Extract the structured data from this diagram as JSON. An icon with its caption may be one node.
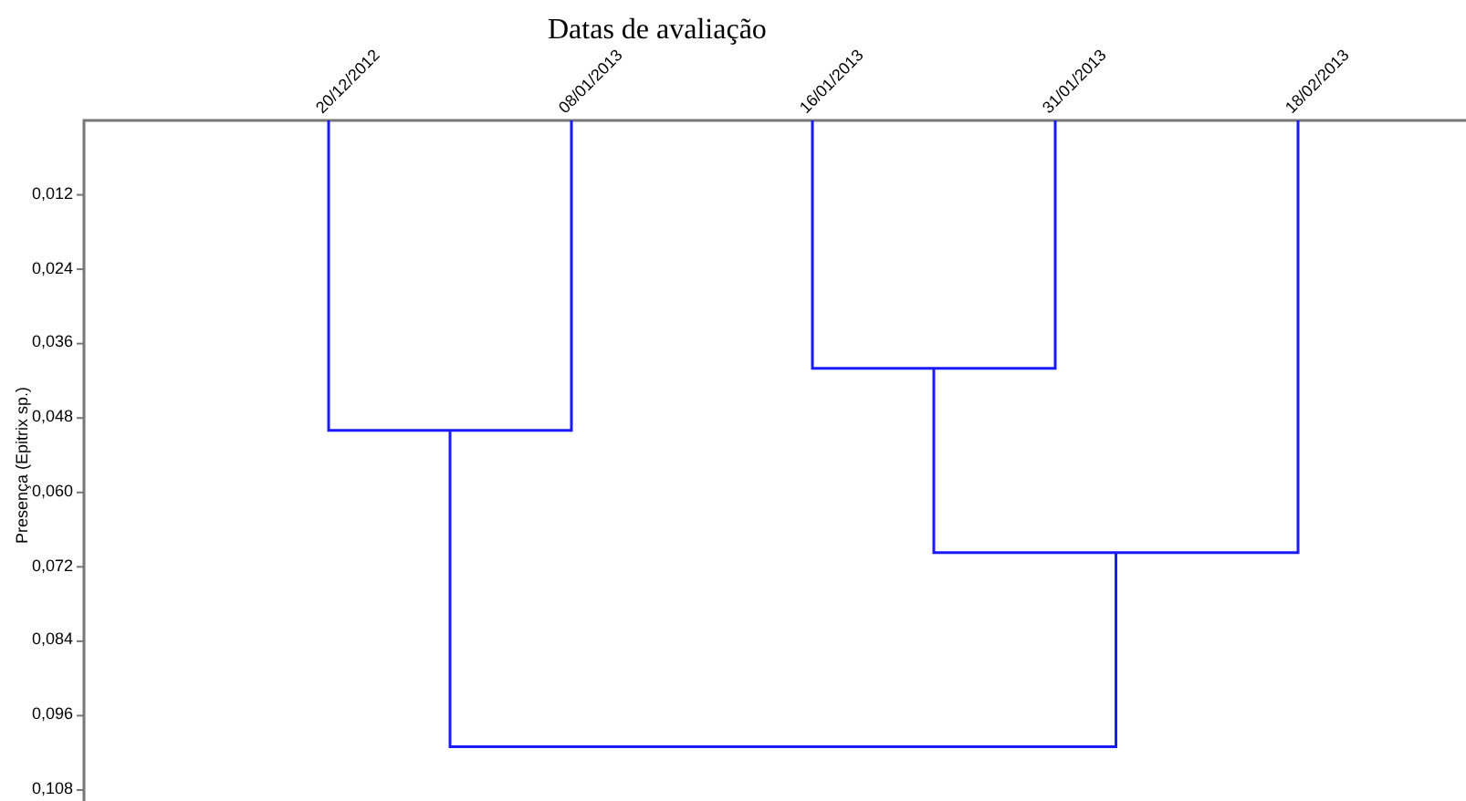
{
  "diagram": {
    "title": "Datas de avaliação",
    "labels": [
      "20/12/2012",
      "08/01/2013",
      "16/01/2013",
      "31/01/2013",
      "18/02/2013",
      "Presença (Epitrix sp.)",
      "0,012",
      "0,024",
      "0,036",
      "0,048",
      "0,060",
      "0,072",
      "0,084",
      "0,096",
      "0,108"
    ]
  }
}
